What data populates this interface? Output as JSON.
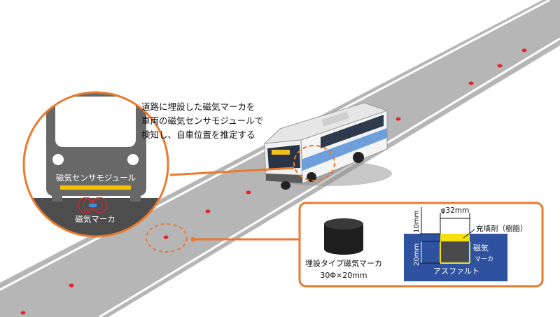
{
  "caption": {
    "line1": "道路に埋設した磁気マーカを",
    "line2": "車両の磁気センサモジュールで",
    "line3": "検知し、自車位置を推定する"
  },
  "bus_inset": {
    "sensor_label": "磁気センサモジュール",
    "marker_label": "磁気マーカ"
  },
  "marker_panel": {
    "product_name": "埋設タイプ磁気マーカ",
    "product_size": "30Φ×20mm",
    "dim_diameter": "φ32mm",
    "dim_10": "10mm",
    "dim_20": "20mm",
    "filler_label": "充填剤（樹脂）",
    "magnet_label_1": "磁気",
    "magnet_label_2": "マーカ",
    "asphalt_label": "アスファルト"
  },
  "colors": {
    "accent_orange": "#ea7a2e",
    "marker_red": "#e0262b",
    "road_gray": "#b4b4b4",
    "asphalt_blue": "#2f52a0",
    "filler_yellow": "#f4e010",
    "sensor_yellow": "#f4c300"
  }
}
